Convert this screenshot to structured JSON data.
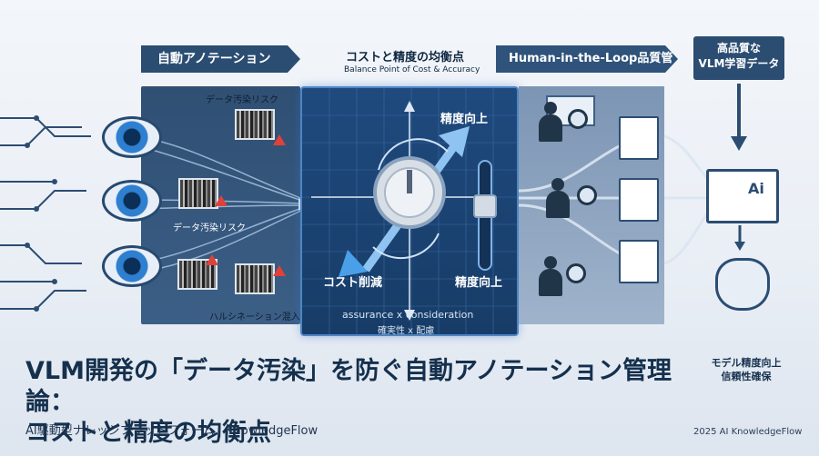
{
  "banners": {
    "auto_annotation": "自動アノテーション",
    "hitl": "Human-in-the-Loop品質管理",
    "hq_data": "高品質な\nVLM学習データ"
  },
  "center": {
    "title_ja": "コストと精度の均衡点",
    "title_en": "Balance Point of Cost & Accuracy",
    "accuracy_up_top": "精度向上",
    "cost_reduction": "コスト削減",
    "accuracy_up_right": "精度向上",
    "assurance_en": "assurance x consideration",
    "assurance_ja": "確実性 x 配慮"
  },
  "left_labels": {
    "risk_top": "データ汚染リスク",
    "risk_mid": "データ汚染リスク",
    "hallucination": "ハルシネーション混入"
  },
  "right_output": {
    "doc_label": "Ai",
    "caption": "モデル精度向上\n信頼性確保"
  },
  "title": {
    "line1": "VLM開発の「データ汚染」を防ぐ自動アノテーション管理論：",
    "line2": "コストと精度の均衡点"
  },
  "footer": {
    "platform": "AI駆動型ナレッジプラットフォーム | KnowledgeFlow",
    "copyright": "2025 AI KnowledgeFlow"
  },
  "colors": {
    "navy": "#2b4d72",
    "panel_blue": "#1f4a7e",
    "accent_blue": "#4f86c4",
    "warning_red": "#e0413a"
  }
}
